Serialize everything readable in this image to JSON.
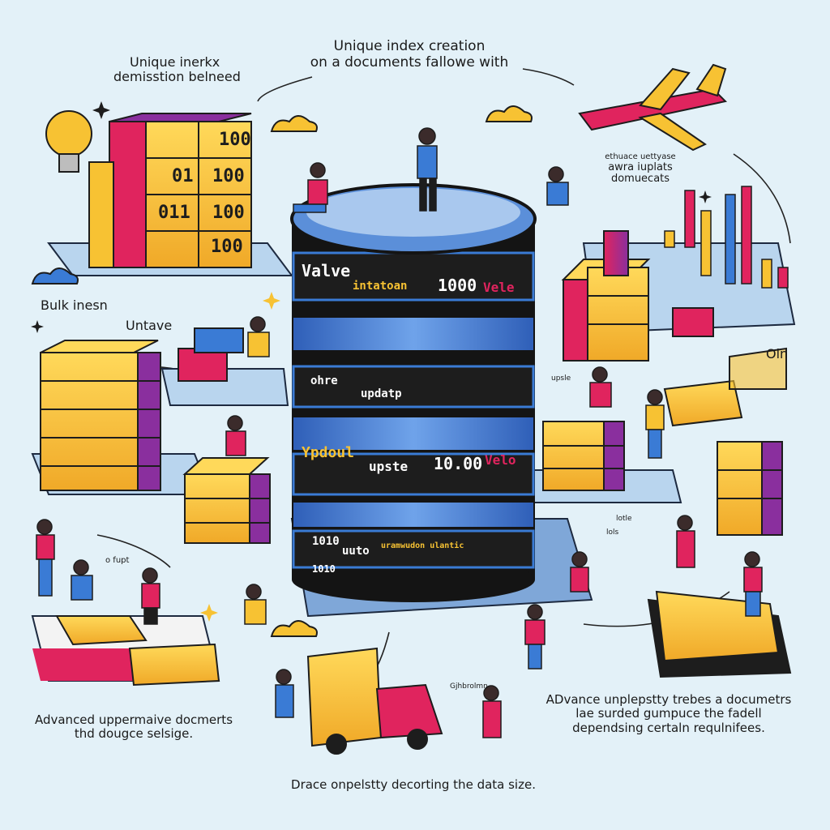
{
  "captions": {
    "top_center": [
      "Unique index creation",
      "on a documents fallowe with"
    ],
    "top_left": [
      "Unique inerkx",
      "demisstion belneed"
    ],
    "right_upper": [
      "ethuace uettyase",
      "awra iuplats",
      "domuecats"
    ],
    "left_mid_1": "Bulk inesn",
    "left_mid_2": "Untave",
    "right_mid": "Oln",
    "small_upsle": "upsle",
    "small_lotle": "lotle",
    "small_ofuph": "o fupt",
    "small_lols": "lols",
    "small_ghrbroimn": "Gjhbrolmn",
    "bottom_left": [
      "Advanced uppermaive docmerts",
      "thd dougce selsige."
    ],
    "bottom_right": [
      "ADvance unplepstty trebes a documetrs",
      "lae surded gumpuce the fadell",
      "dependsing certaln requlnifees."
    ],
    "bottom_center": "Drace onpelstty decorting the data size."
  },
  "cylinder_labels": {
    "band1_left": "Valve",
    "band1_mid": "intatoan",
    "band1_num": "1000",
    "band1_right": "Vele",
    "band2_left": "ohre",
    "band2_mid": "updatp",
    "band3_left": "Ypdoul",
    "band3_mid": "upste",
    "band3_num": "10.00",
    "band3_right": "Velo",
    "band4_left": "1010",
    "band4_mid": "uuto",
    "band4_right": "uramwudon ulantic",
    "band5_left": "1010"
  },
  "stack_labels": {
    "row1": "100",
    "row2_a": "01",
    "row2_b": "100",
    "row3_a": "011",
    "row3_b": "100",
    "row4": "100"
  },
  "colors": {
    "background": "#e3f1f8",
    "yellow": "#f7c233",
    "magenta": "#e0245e",
    "purple": "#8a2f9e",
    "blue": "#3a7bd5",
    "black": "#141414"
  }
}
